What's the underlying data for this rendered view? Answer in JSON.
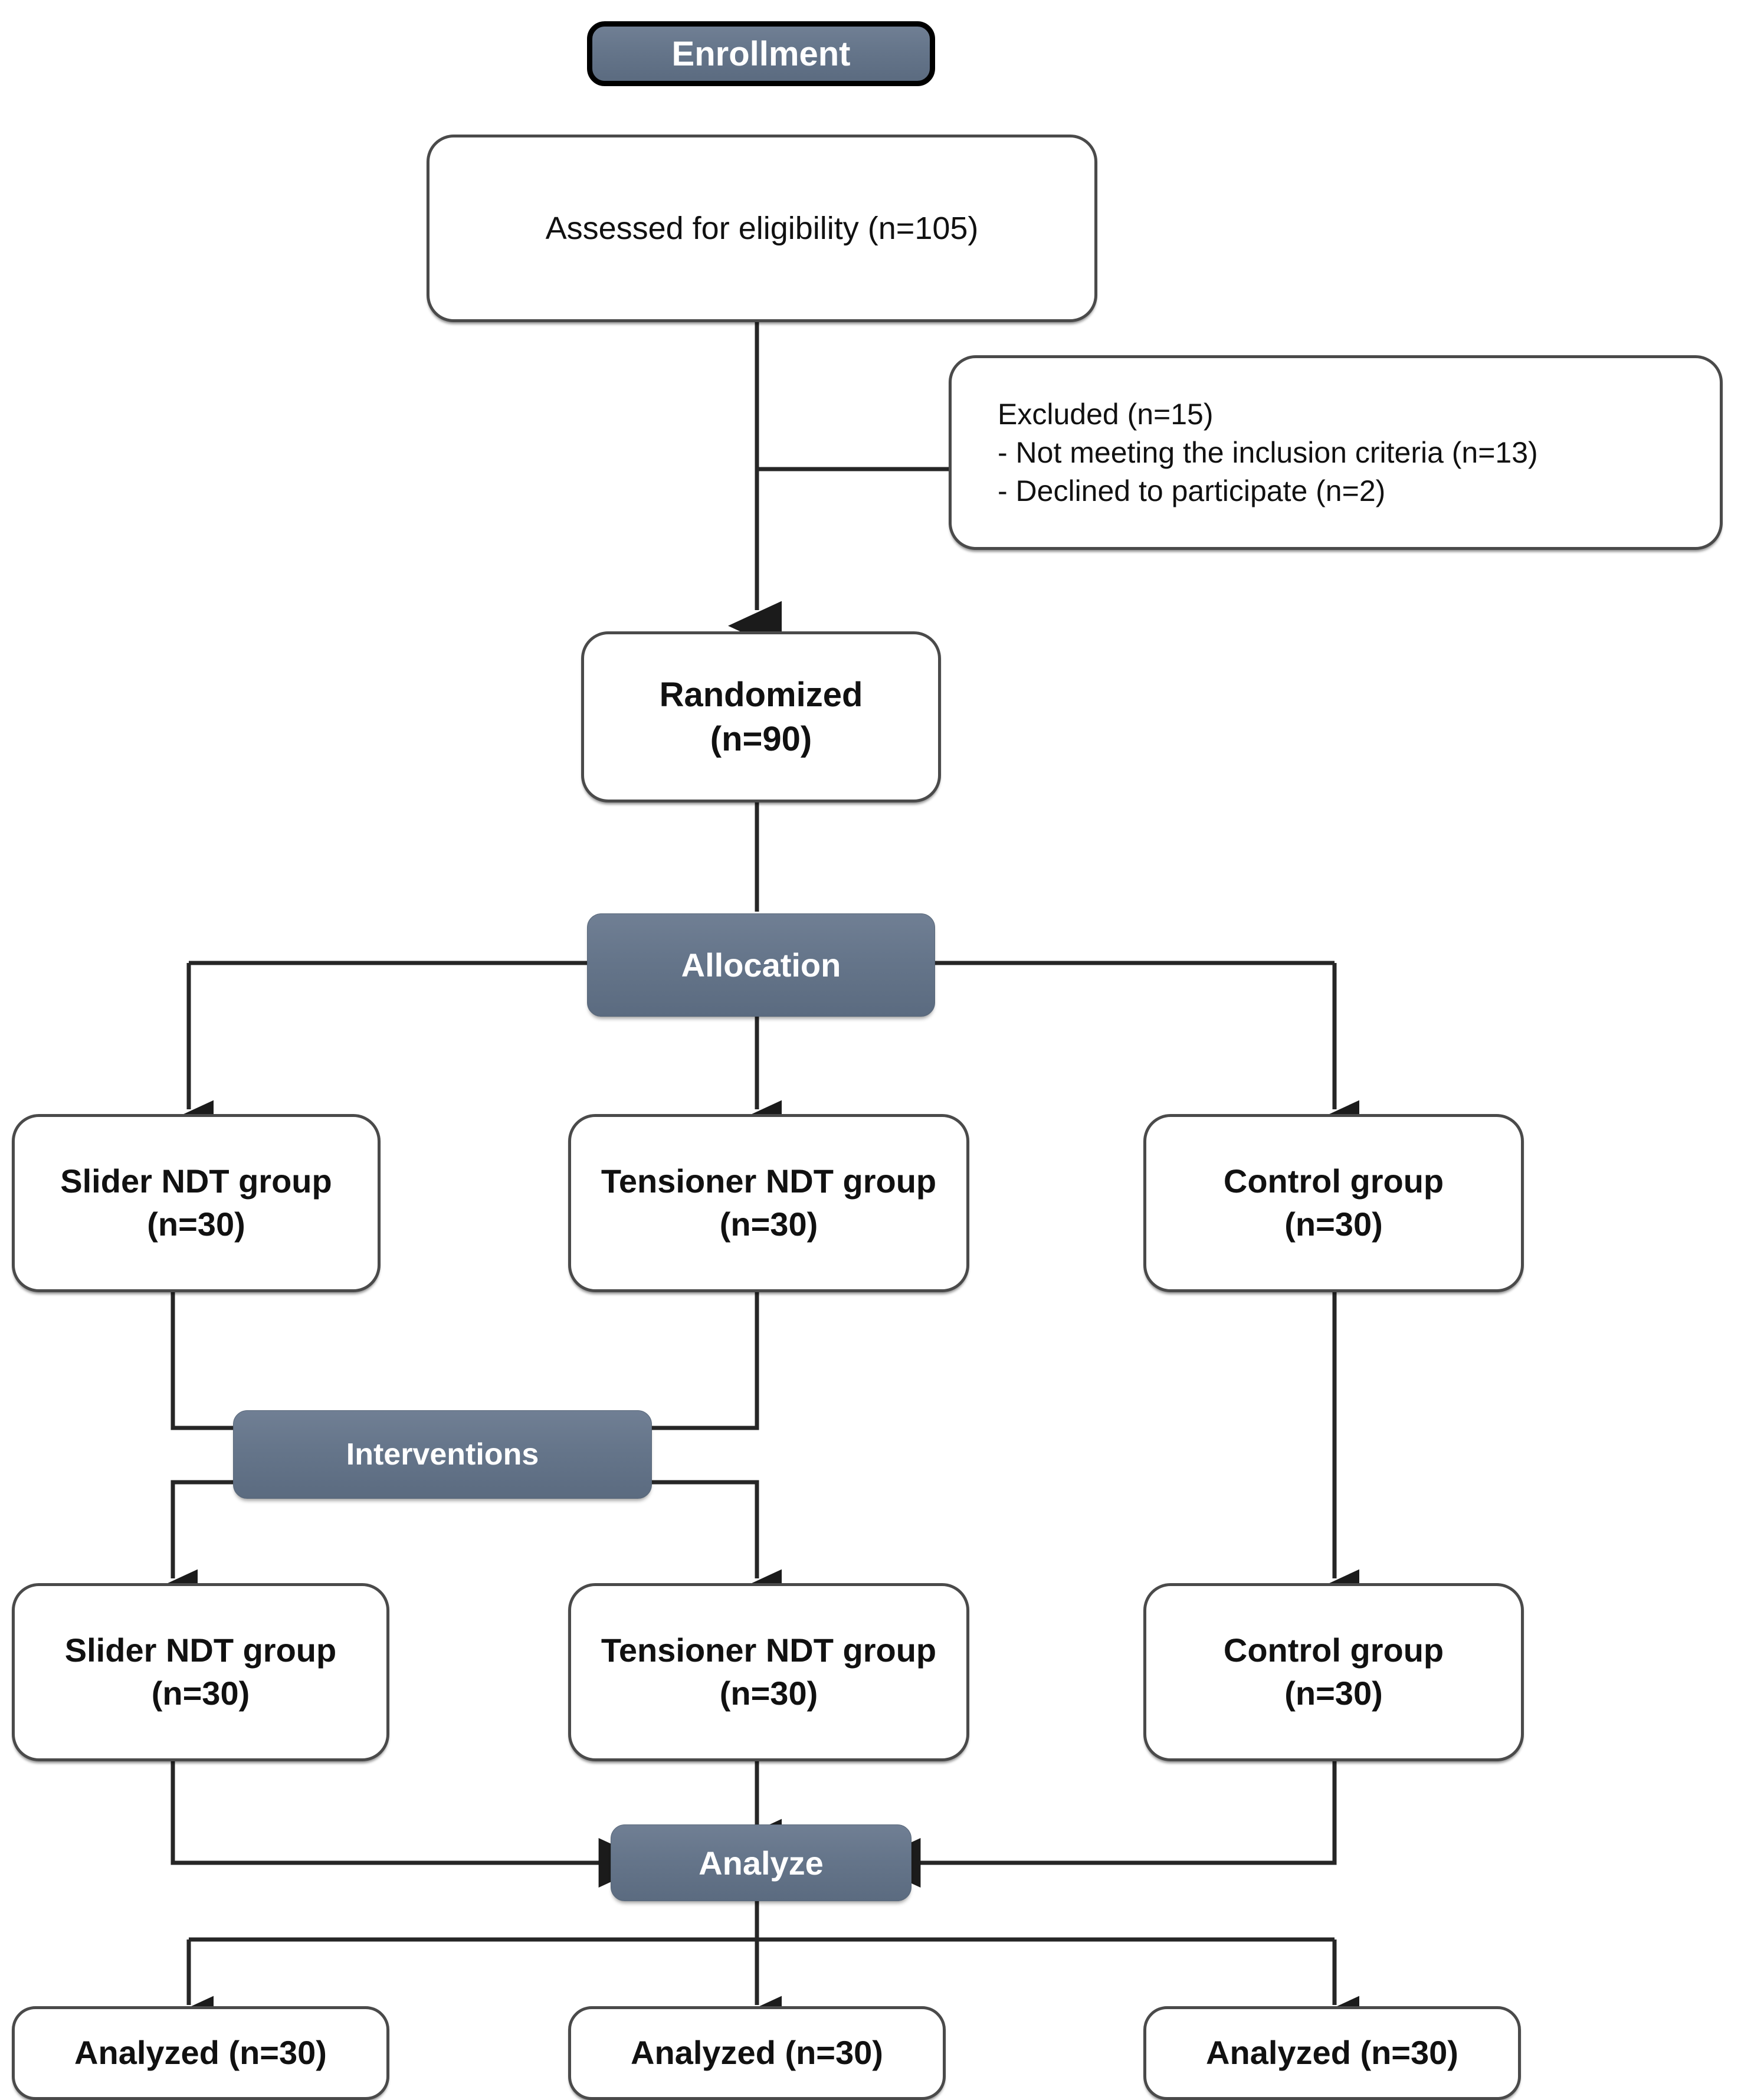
{
  "diagram": {
    "type": "CONSORT participant flow diagram",
    "accent_banner_color": "#65758a",
    "banner_text_color": "#ffffff",
    "box_border_color": "#4a4a4a",
    "box_fill_color": "#ffffff",
    "connector_color": "#262626",
    "stages": [
      {
        "id": "enrollment",
        "label": "Enrollment"
      },
      {
        "id": "allocation",
        "label": "Allocation"
      },
      {
        "id": "interventions",
        "label": "Interventions"
      },
      {
        "id": "analyze",
        "label": "Analyze"
      }
    ],
    "nodes": {
      "assessed": {
        "line1": "Assessed for eligibility (n=105)"
      },
      "excluded": {
        "line1": "Excluded (n=15)",
        "line2": "- Not meeting the inclusion criteria (n=13)",
        "line3": "- Declined to participate (n=2)"
      },
      "randomized": {
        "line1": "Randomized",
        "line2": "(n=90)"
      },
      "alloc_slider": {
        "line1": "Slider NDT group",
        "line2": "(n=30)"
      },
      "alloc_tensioner": {
        "line1": "Tensioner NDT group",
        "line2": "(n=30)"
      },
      "alloc_control": {
        "line1": "Control group",
        "line2": "(n=30)"
      },
      "interv_slider": {
        "line1": "Slider NDT group",
        "line2": "(n=30)"
      },
      "interv_tensioner": {
        "line1": "Tensioner NDT group",
        "line2": "(n=30)"
      },
      "interv_control": {
        "line1": "Control group",
        "line2": "(n=30)"
      },
      "analyzed_slider": {
        "line1": "Analyzed (n=30)"
      },
      "analyzed_tensioner": {
        "line1": "Analyzed (n=30)"
      },
      "analyzed_control": {
        "line1": "Analyzed (n=30)"
      }
    },
    "counts": {
      "assessed_for_eligibility": 105,
      "excluded_total": 15,
      "excluded_not_meeting_criteria": 13,
      "excluded_declined": 2,
      "randomized": 90,
      "slider_allocated": 30,
      "tensioner_allocated": 30,
      "control_allocated": 30,
      "slider_analyzed": 30,
      "tensioner_analyzed": 30,
      "control_analyzed": 30
    }
  }
}
